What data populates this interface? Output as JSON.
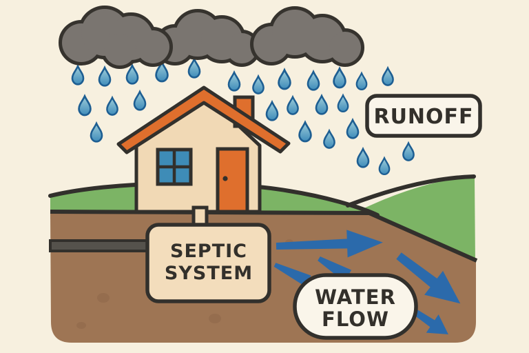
{
  "diagram": {
    "labels": {
      "runoff": "RUNOFF",
      "septic_line1": "SEPTIC",
      "septic_line2": "SYSTEM",
      "water_flow_line1": "WATER",
      "water_flow_line2": "FLOW"
    },
    "scene_elements": [
      "storm-cloud",
      "raindrop",
      "house",
      "roof",
      "chimney",
      "window",
      "door",
      "grass-mound",
      "hill",
      "soil-cross-section",
      "underground-pipe",
      "house-drain-pipe",
      "septic-system-box",
      "water-flow-arrow",
      "runoff-sign",
      "water-flow-label"
    ],
    "colors": {
      "background": "#f7f0df",
      "outline": "#32302c",
      "cloud_gray": "#7a7570",
      "rain_blue_dark": "#1d5e92",
      "rain_blue_light": "#9fcdd9",
      "house_wall_beige": "#f1d9b5",
      "roof_orange": "#df6f2d",
      "window_blue": "#3e8cb7",
      "grass_green": "#7cb465",
      "soil_brown": "#9e7554",
      "pipe_gray": "#55524c",
      "arrow_blue": "#2b6aab",
      "sign_fill": "#faf5ea",
      "septic_box_fill": "#f3ddbc",
      "text_dark": "#33302b"
    }
  }
}
